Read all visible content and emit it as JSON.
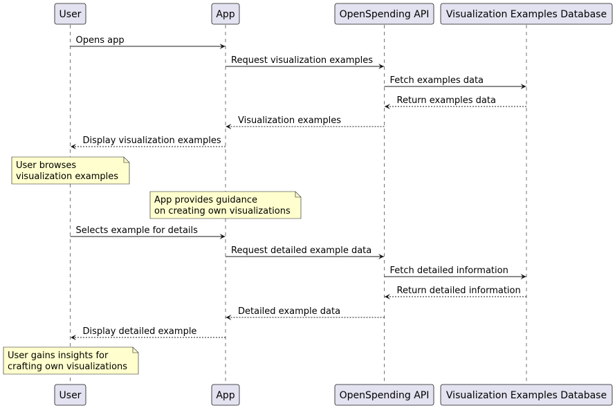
{
  "participants": [
    {
      "id": "user",
      "label": "User"
    },
    {
      "id": "app",
      "label": "App"
    },
    {
      "id": "api",
      "label": "OpenSpending API"
    },
    {
      "id": "db",
      "label": "Visualization Examples Database"
    }
  ],
  "colors": {
    "participant_fill": "#e2e2f0",
    "stroke": "#181818",
    "note_fill": "#fefece",
    "background": "#ffffff"
  },
  "messages": [
    {
      "from": "user",
      "to": "app",
      "label": "Opens app",
      "style": "solid"
    },
    {
      "from": "app",
      "to": "api",
      "label": "Request visualization examples",
      "style": "solid"
    },
    {
      "from": "api",
      "to": "db",
      "label": "Fetch examples data",
      "style": "solid"
    },
    {
      "from": "db",
      "to": "api",
      "label": "Return examples data",
      "style": "dashed"
    },
    {
      "from": "api",
      "to": "app",
      "label": "Visualization examples",
      "style": "dashed"
    },
    {
      "from": "app",
      "to": "user",
      "label": "Display visualization examples",
      "style": "dashed"
    },
    {
      "from": "user",
      "to": "app",
      "label": "Selects example for details",
      "style": "solid"
    },
    {
      "from": "app",
      "to": "api",
      "label": "Request detailed example data",
      "style": "solid"
    },
    {
      "from": "api",
      "to": "db",
      "label": "Fetch detailed information",
      "style": "solid"
    },
    {
      "from": "db",
      "to": "api",
      "label": "Return detailed information",
      "style": "dashed"
    },
    {
      "from": "api",
      "to": "app",
      "label": "Detailed example data",
      "style": "dashed"
    },
    {
      "from": "app",
      "to": "user",
      "label": "Display detailed example",
      "style": "dashed"
    }
  ],
  "notes": [
    {
      "over": "user",
      "lines": [
        "User browses",
        "visualization examples"
      ]
    },
    {
      "over": "app",
      "lines": [
        "App provides guidance",
        "on creating own visualizations"
      ]
    },
    {
      "over": "user",
      "lines": [
        "User gains insights for",
        "crafting own visualizations"
      ]
    }
  ]
}
